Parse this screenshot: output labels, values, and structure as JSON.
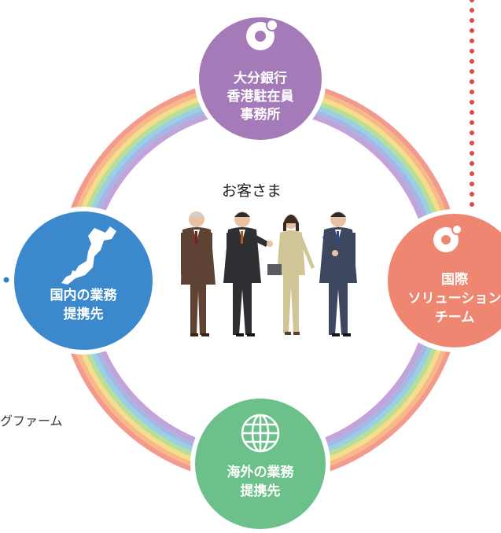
{
  "center": {
    "label": "お客さま"
  },
  "nodes": {
    "top": {
      "lines": [
        "大分銀行",
        "香港駐在員",
        "事務所"
      ],
      "color": "#a57ab8",
      "icon": "bank-logo-icon"
    },
    "left": {
      "lines": [
        "国内の業務",
        "提携先"
      ],
      "color": "#3b88cc",
      "icon": "japan-map-icon"
    },
    "right": {
      "lines": [
        "国際",
        "ソリューション",
        "チーム"
      ],
      "color": "#ee8671",
      "icon": "bank-logo-icon"
    },
    "bottom": {
      "lines": [
        "海外の業務",
        "提携先"
      ],
      "color": "#6cc08a",
      "icon": "globe-icon"
    }
  },
  "side_text": {
    "left_fragment": "グファーム"
  },
  "colors": {
    "rainbow": [
      "#f49a8c",
      "#f7b98a",
      "#f6dd8b",
      "#b8df9a",
      "#9ad0e6",
      "#a8b6e4",
      "#c2a3da"
    ],
    "dotted_line": "#e04a43",
    "connector_dot": "#2f7fc2"
  }
}
